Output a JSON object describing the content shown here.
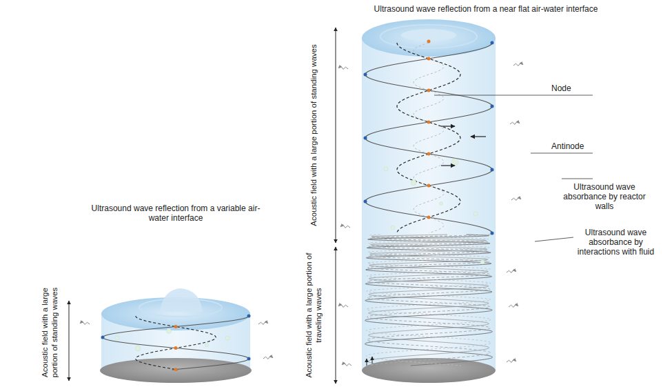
{
  "diagram": {
    "labels": [
      "Ultrasound wave reflection from a near flat air-water interface",
      "Ultrasound wave reflection from a variable air-water interface",
      "Acoustic field with a large portion of standing waves",
      "Acoustic field with a large portion of standing waves",
      "Acoustic field with a large portion of traveling waves",
      "Node",
      "Antinode",
      "Ultrasound wave absorbance by reactor walls",
      "Ultrasound wave absorbance by interactions with fluid"
    ]
  }
}
